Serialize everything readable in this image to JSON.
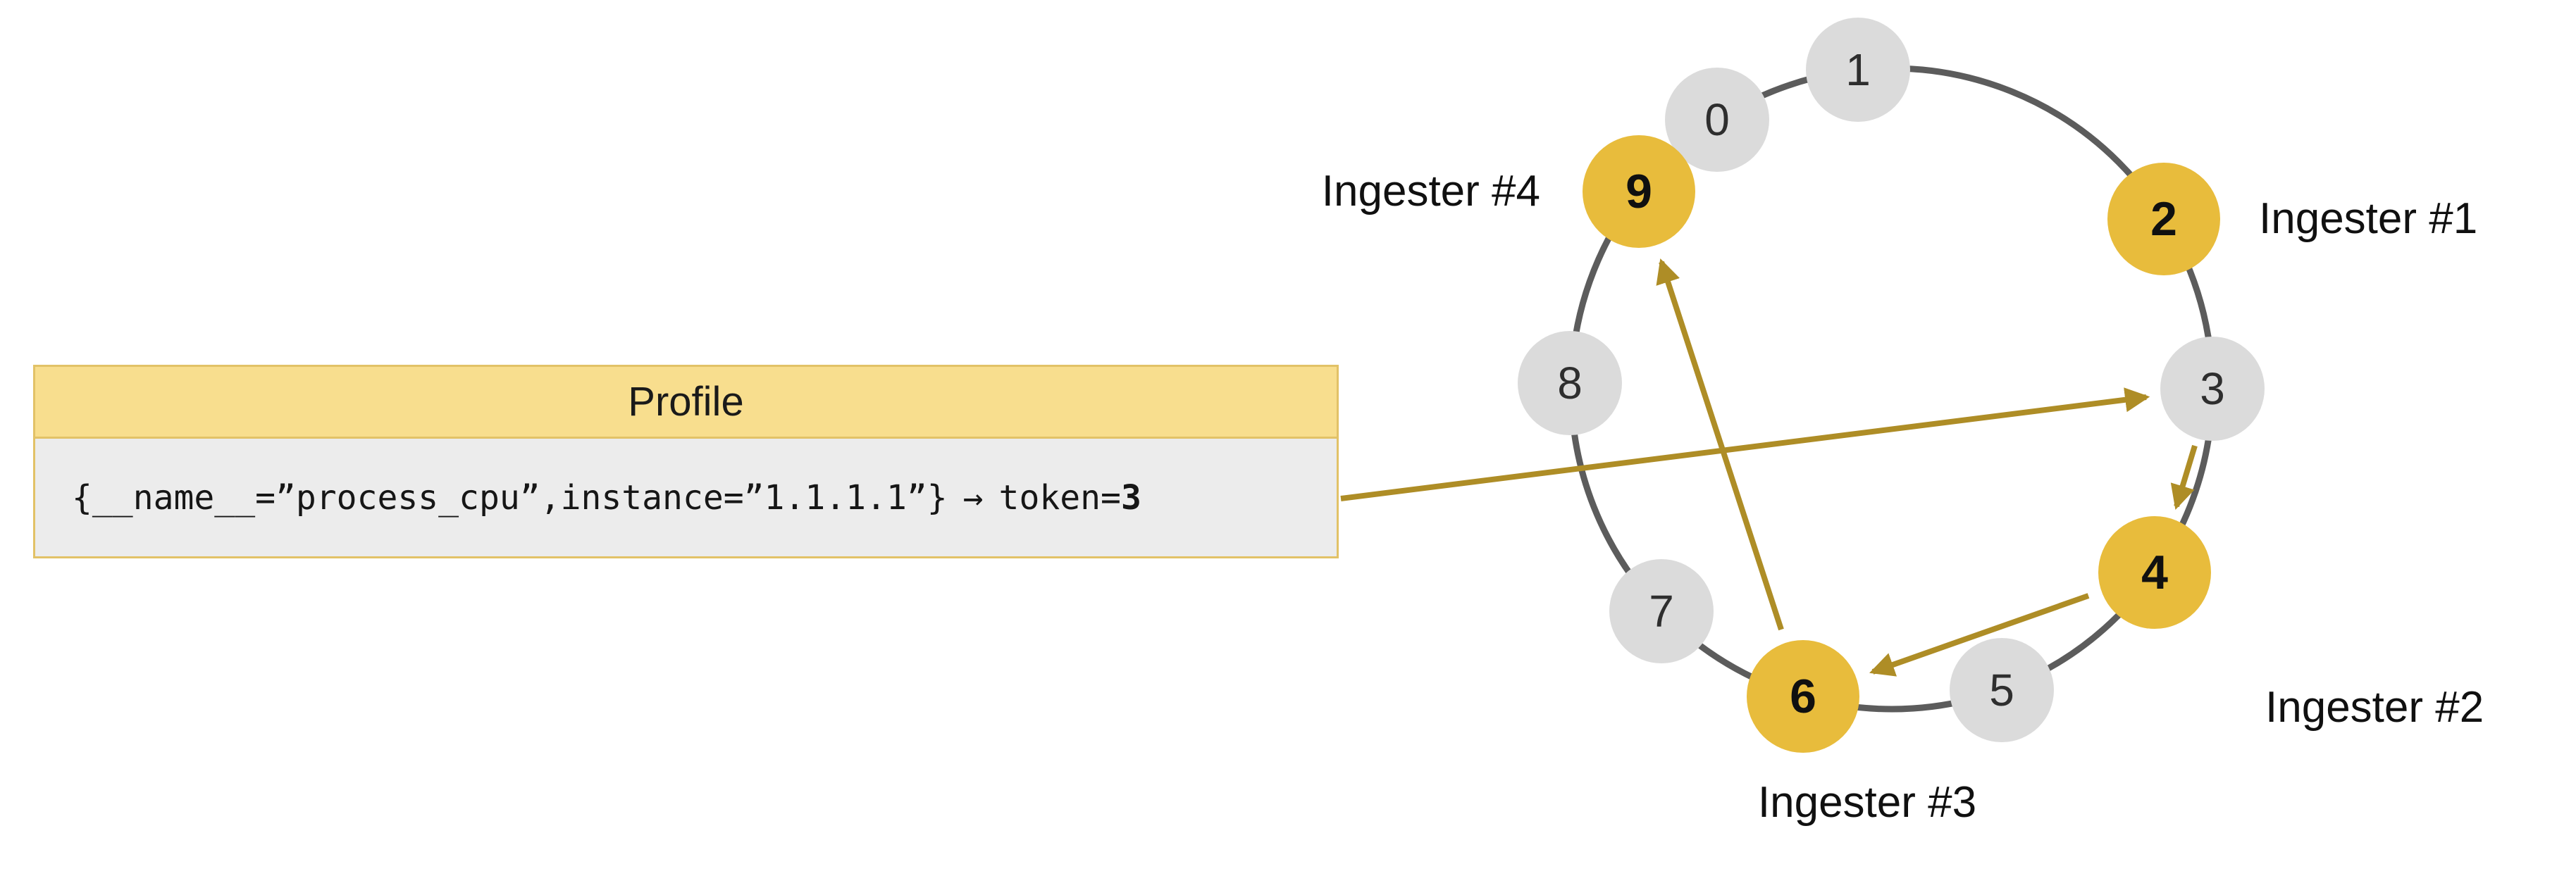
{
  "profile": {
    "title": "Profile",
    "series": "{__name__=”process_cpu”,instance=”1.1.1.1”}",
    "mapping_arrow": "→",
    "token_prefix": "token=",
    "token_value": "3"
  },
  "ring": {
    "tokens": [
      {
        "value": "0",
        "owned": false
      },
      {
        "value": "1",
        "owned": false
      },
      {
        "value": "2",
        "owned": true,
        "ingester": "Ingester #1"
      },
      {
        "value": "3",
        "owned": false
      },
      {
        "value": "4",
        "owned": true,
        "ingester": "Ingester #2"
      },
      {
        "value": "5",
        "owned": false
      },
      {
        "value": "6",
        "owned": true,
        "ingester": "Ingester #3"
      },
      {
        "value": "7",
        "owned": false
      },
      {
        "value": "8",
        "owned": false
      },
      {
        "value": "9",
        "owned": true,
        "ingester": "Ingester #4"
      }
    ]
  },
  "arrows": [
    {
      "from": "profile",
      "to": "token-3"
    },
    {
      "from": "token-3",
      "to": "token-4"
    },
    {
      "from": "token-4",
      "to": "token-6"
    },
    {
      "from": "token-6",
      "to": "token-9"
    }
  ],
  "colors": {
    "token_gold": "#E8BC3C",
    "token_gray": "#DBDBDB",
    "arrow": "#AE8D26",
    "ring": "#5C5C5C",
    "profile_header_bg": "#F8DE8E",
    "profile_body_bg": "#ECECEC",
    "profile_border": "#E2C267"
  }
}
